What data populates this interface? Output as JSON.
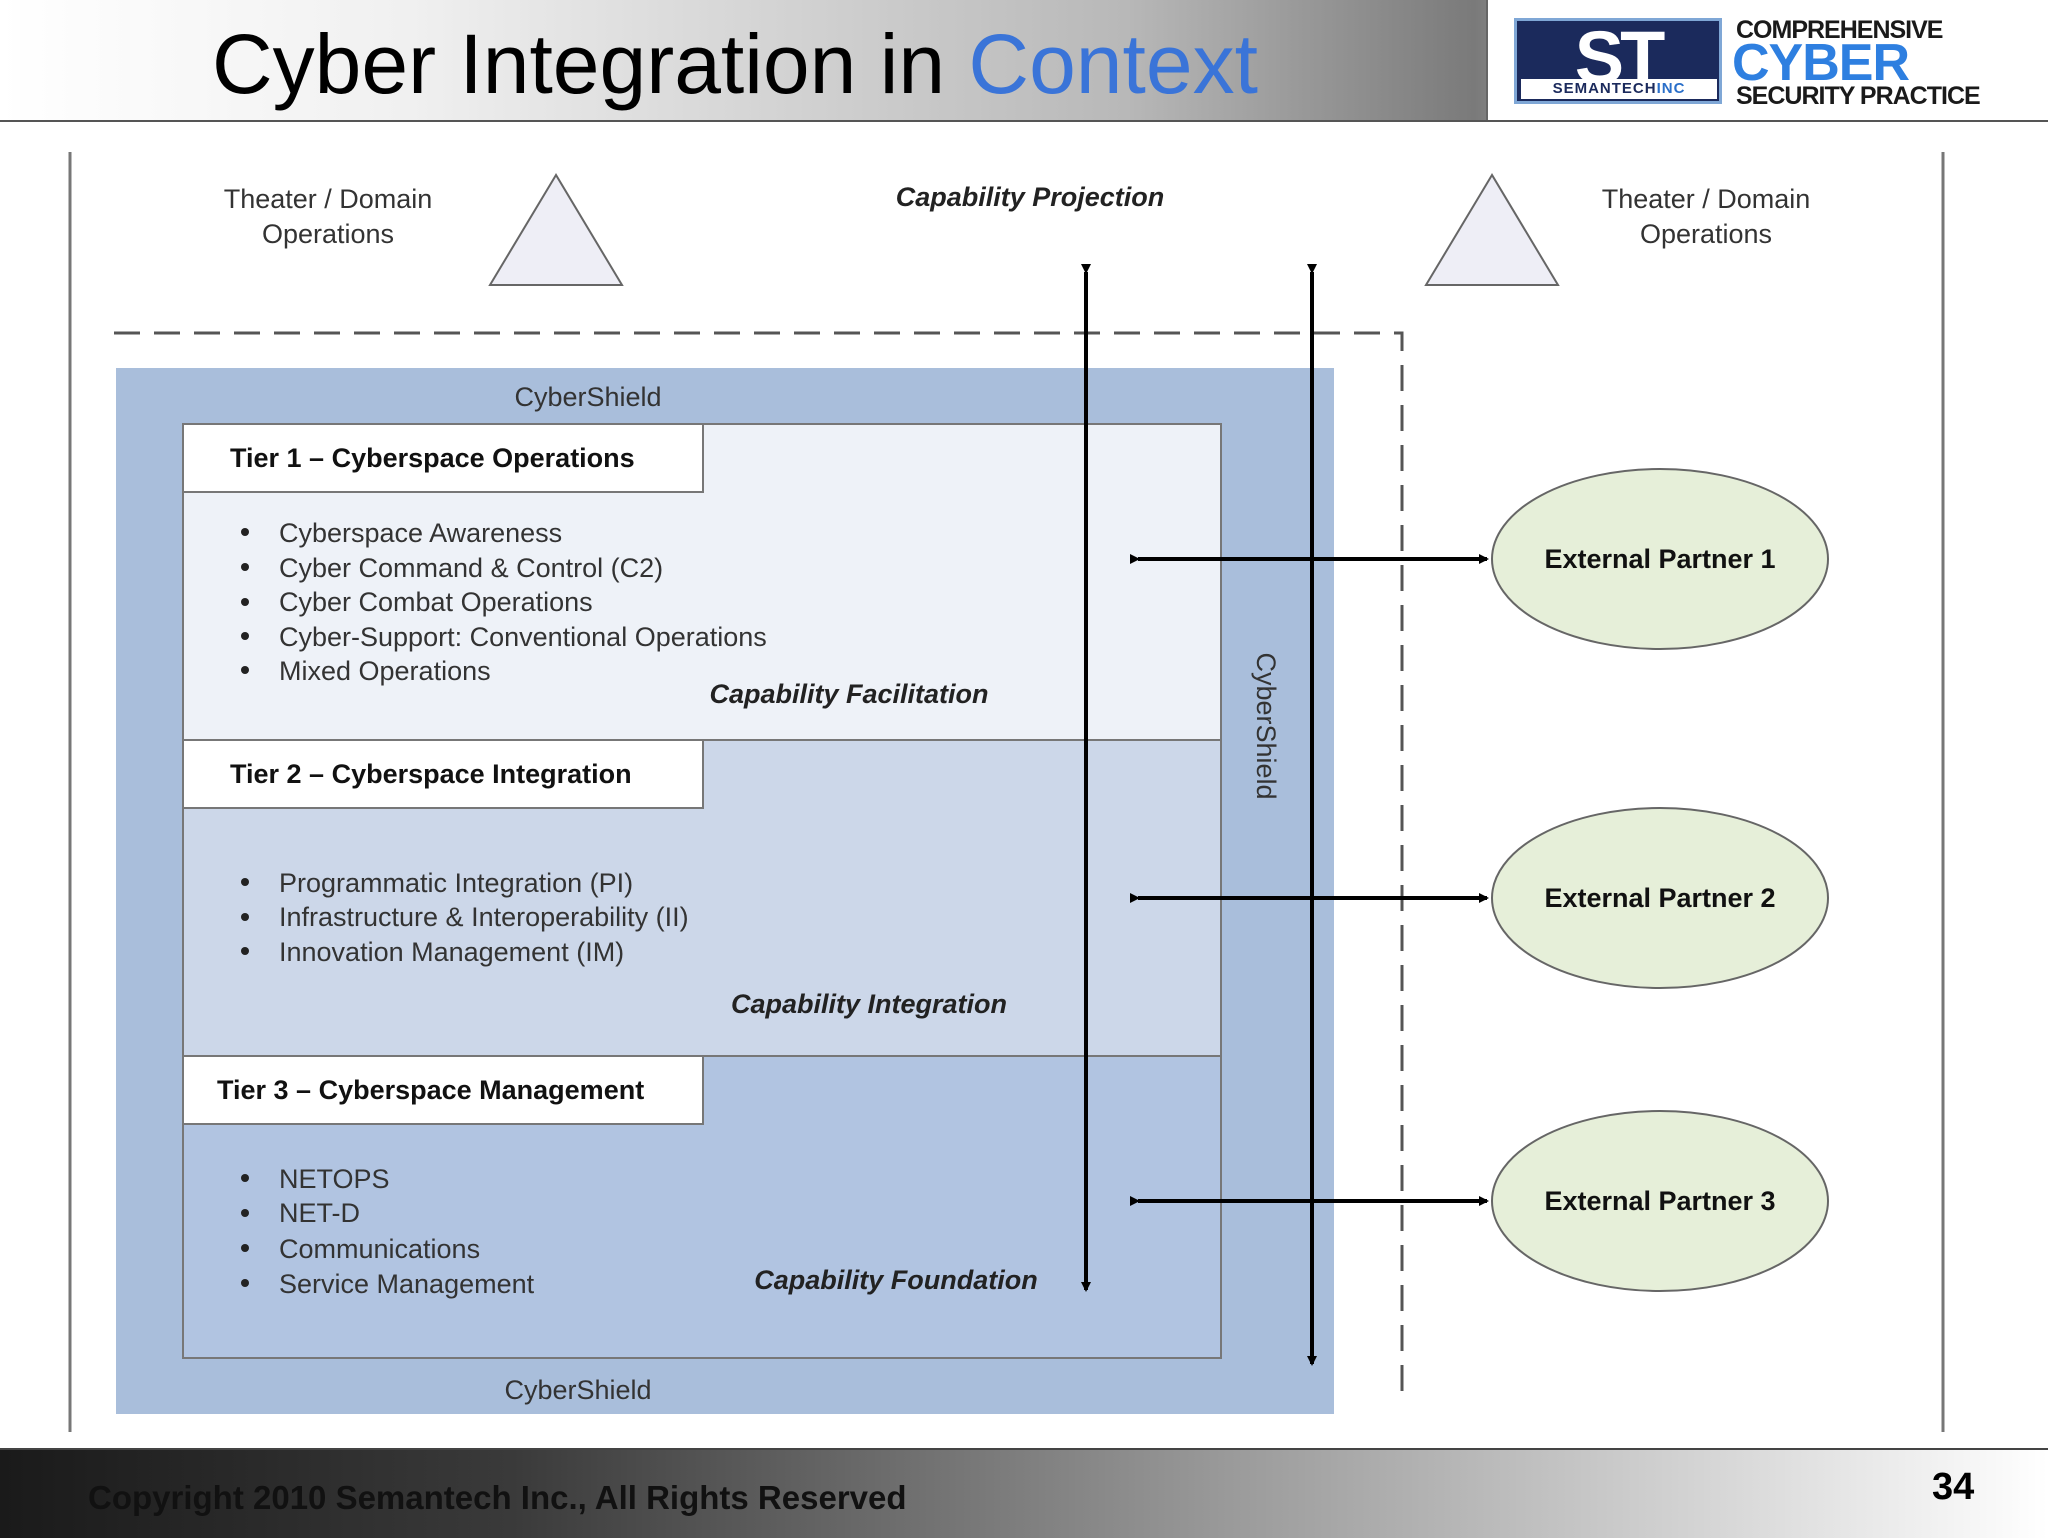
{
  "slide": {
    "title_main": "Cyber Integration in ",
    "title_accent": "Context",
    "page_number": "34",
    "copyright": "Copyright 2010 Semantech Inc., All Rights Reserved"
  },
  "logo": {
    "mark": "ST",
    "company_a": "SEMANTECH",
    "company_b": "INC",
    "line1": "COMPREHENSIVE",
    "line2": "CYBER",
    "line3": "SECURITY PRACTICE"
  },
  "diagram": {
    "theater_left": [
      "Theater / Domain",
      "Operations"
    ],
    "theater_right": [
      "Theater / Domain",
      "Operations"
    ],
    "capability_projection": "Capability Projection",
    "cybershield_top": "CyberShield",
    "cybershield_bottom": "CyberShield",
    "cybershield_side": "CyberShield",
    "tiers": [
      {
        "title": "Tier 1 – Cyberspace Operations",
        "items": [
          "Cyberspace Awareness",
          "Cyber Command & Control (C2)",
          "Cyber Combat Operations",
          "Cyber-Support: Conventional Operations",
          "Mixed Operations"
        ],
        "capability": "Capability Facilitation"
      },
      {
        "title": "Tier 2 – Cyberspace Integration",
        "items": [
          "Programmatic Integration (PI)",
          "Infrastructure & Interoperability (II)",
          "Innovation Management (IM)"
        ],
        "capability": "Capability Integration"
      },
      {
        "title": "Tier 3 – Cyberspace Management",
        "items": [
          "NETOPS",
          "NET-D",
          "Communications",
          "Service Management"
        ],
        "capability": "Capability Foundation"
      }
    ],
    "partners": [
      "External Partner 1",
      "External Partner 2",
      "External Partner 3"
    ],
    "colors": {
      "shield": "#a9bedb",
      "tier1": "#eef2f8",
      "tier2": "#ccd7e9",
      "tier3": "#b1c4e1",
      "partner_fill": "#e6efd9",
      "title_accent": "#3a74d8"
    }
  }
}
